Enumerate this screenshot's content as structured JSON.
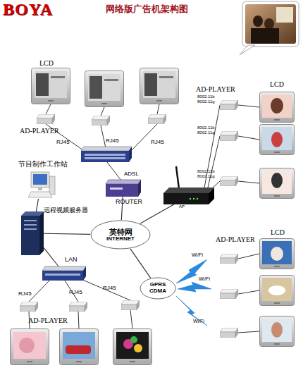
{
  "diagram": {
    "title": "网络版广告机架构图",
    "nodes": [
      {
        "text": [
          "节目制作工作站"
        ]
      },
      {
        "text": [
          "远程视频服务器"
        ]
      },
      {
        "text": [
          "ROUTER"
        ]
      },
      {
        "text": [
          "英特网",
          "INTERNET"
        ]
      },
      {
        "text": [
          "AP"
        ]
      },
      {
        "text": [
          "LAN"
        ]
      },
      {
        "text": [
          "GPRS CDMA"
        ]
      }
    ],
    "edges": [
      {
        "from": 0,
        "to": 1,
        "arrow": "none"
      },
      {
        "from": 2,
        "to": 3,
        "arrow": "none"
      },
      {
        "from": 3,
        "to": 4,
        "arrow": "none"
      },
      {
        "from": 1,
        "to": 3,
        "arrow": "none"
      },
      {
        "from": 1,
        "to": 5,
        "arrow": "none"
      },
      {
        "from": 3,
        "to": 6,
        "arrow": "none"
      }
    ],
    "labels": [
      "BOYA",
      "LCD",
      "AD-PLAYER",
      "RJ45",
      "RJ45",
      "RJ45",
      "ADSL",
      "8002.11b",
      "8002.11g",
      "8002.11b",
      "8002.11g",
      "8002.11b",
      "8002.11g",
      "AD-PLAYER",
      "LCD",
      "AD-PLAYER",
      "LCD",
      "Wi/Fi",
      "Wi/Fi",
      "Wi/Fi",
      "RJ45",
      "RJ45",
      "RJ45",
      "AD-PLAYER"
    ]
  }
}
